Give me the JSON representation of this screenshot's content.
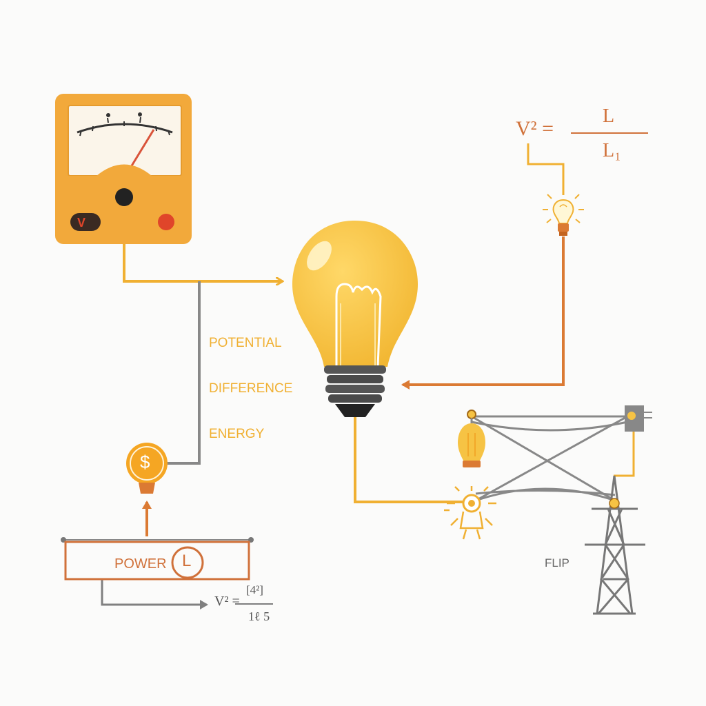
{
  "labels": {
    "side_label_lines": [
      "POTENTIAL",
      "DIFFERENCE",
      "ENERGY"
    ],
    "power": "POWER",
    "power_symbol": "L",
    "flip": "FLIP",
    "meter_v": "V",
    "dollar": "$"
  },
  "formula_top": {
    "lhs": "V² =",
    "numerator": "L",
    "denominator": "L₁"
  },
  "formula_bottom": {
    "lhs": "V² =",
    "numerator": "[4²]",
    "denominator": "1ℓ 5"
  },
  "colors": {
    "yellow_wire": "#f0b032",
    "orange_wire": "#db7a33",
    "gray_wire": "#888888",
    "meter_body": "#f2a93b",
    "bulb": "#f6c344",
    "accent_red": "#e0452a"
  }
}
